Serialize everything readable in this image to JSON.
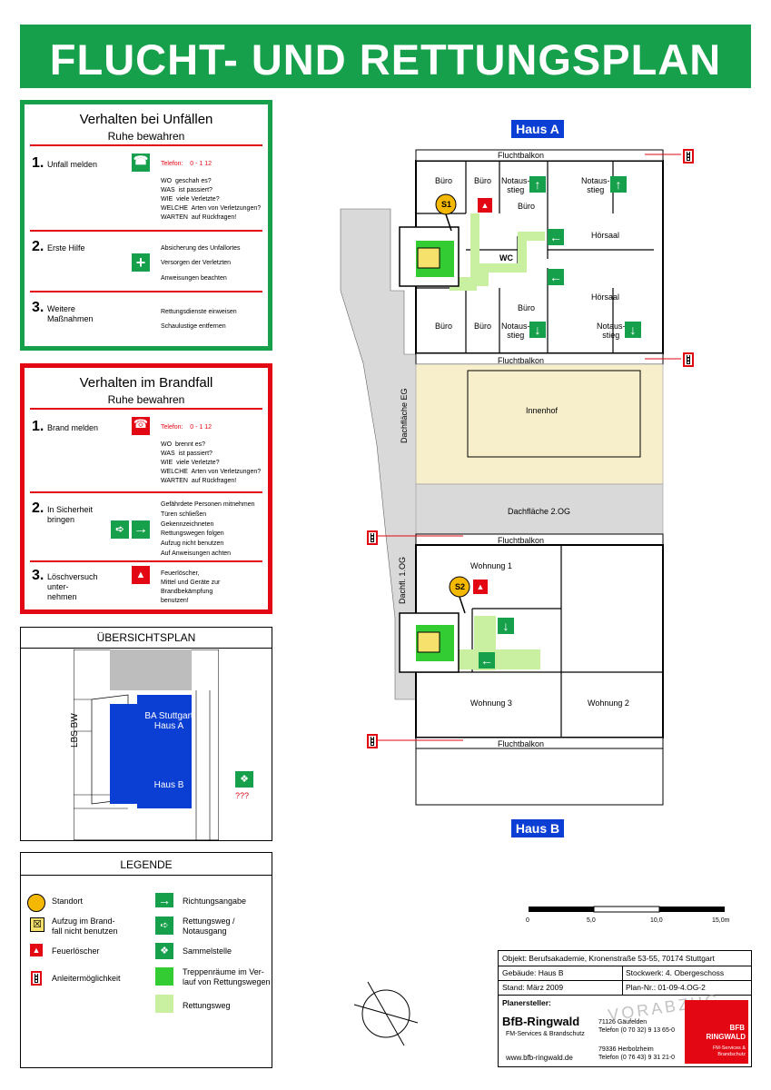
{
  "title": "FLUCHT- UND RETTUNGSPLAN",
  "colors": {
    "green": "#17a04b",
    "red": "#e30613",
    "blue": "#0b3fd4",
    "yellow": "#f5b800",
    "light_green": "#c8f0a0",
    "courtyard": "#f7efcc",
    "grey": "#d9d9d9"
  },
  "accident": {
    "title": "Verhalten bei Unfällen",
    "subtitle": "Ruhe bewahren",
    "steps": [
      {
        "num": "1.",
        "label": "Unfall melden",
        "lines": [
          "Telefon:    0 - 1 12",
          "WO  geschah es?",
          "WAS  ist passiert?",
          "WIE  viele Verletzte?",
          "WELCHE  Arten von Verletzungen?",
          "WARTEN  auf Rückfragen!"
        ]
      },
      {
        "num": "2.",
        "label": "Erste Hilfe",
        "lines": [
          "Absicherung des Unfallortes",
          "Versorgen der Verletzten",
          "Anweisungen beachten"
        ]
      },
      {
        "num": "3.",
        "label": "Weitere\nMaßnahmen",
        "lines": [
          "Rettungsdienste einweisen",
          "Schaulustige entfernen"
        ]
      }
    ]
  },
  "fire": {
    "title": "Verhalten im Brandfall",
    "subtitle": "Ruhe bewahren",
    "steps": [
      {
        "num": "1.",
        "label": "Brand melden",
        "lines": [
          "Telefon:    0 - 1 12",
          "WO  brennt es?",
          "WAS  ist passiert?",
          "WIE  viele Verletzte?",
          "WELCHE  Arten von Verletzungen?",
          "WARTEN  auf Rückfragen!"
        ]
      },
      {
        "num": "2.",
        "label": "In Sicherheit\nbringen",
        "lines": [
          "Gefährdete Personen mitnehmen",
          "Türen schließen",
          "Gekennzeichneten",
          "Rettungswegen folgen",
          "Aufzug nicht benutzen",
          "Auf Anweisungen achten"
        ]
      },
      {
        "num": "3.",
        "label": "Löschversuch\nunter-\nnehmen",
        "lines": [
          "Feuerlöscher,",
          "Mittel und Geräte zur",
          "Brandbekämpfung",
          "benutzen!"
        ]
      }
    ]
  },
  "overview": {
    "title": "ÜBERSICHTSPLAN",
    "haus_a": "BA Stuttgart\nHaus A",
    "haus_b": "Haus B",
    "lbs": "LBS BW",
    "qqq": "???"
  },
  "legend": {
    "title": "LEGENDE",
    "items": [
      "Standort",
      "Aufzug im Brand-\nfall nicht benutzen",
      "Feuerlöscher",
      "Anleitermöglichkeit",
      "Richtungsangabe",
      "Rettungsweg /\nNotausgang",
      "Sammelstelle",
      "Treppenräume im Ver-\nlauf von Rettungswegen",
      "Rettungsweg"
    ]
  },
  "plan": {
    "haus_a": "Haus A",
    "haus_b": "Haus B",
    "fluchtbalkon": "Fluchtbalkon",
    "buero": "Büro",
    "notausstieg": "Notaus-\nstieg",
    "hoersaal": "Hörsaal",
    "wc": "WC",
    "innenhof": "Innenhof",
    "dachflaeche_eg": "Dachfläche EG",
    "dachflaeche_2og": "Dachfläche 2.OG",
    "dachfl_1og": "Dachfl. 1.OG",
    "wohnung1": "Wohnung 1",
    "wohnung2": "Wohnung 2",
    "wohnung3": "Wohnung 3",
    "s1": "S1",
    "s2": "S2",
    "scale": [
      "0",
      "5,0",
      "10,0",
      "15,0m"
    ]
  },
  "titleblock": {
    "objekt": "Objekt:  Berufsakademie, Kronenstraße 53-55, 70174 Stuttgart",
    "gebaeude": "Gebäude: Haus B",
    "stockwerk": "Stockwerk: 4. Obergeschoss",
    "stand": "Stand:  März 2009",
    "plannr": "Plan-Nr.: 01-09-4.OG-2",
    "planersteller": "Planersteller:",
    "firma": "BfB-Ringwald",
    "firma_sub": "FM-Services & Brandschutz",
    "web": "www.bfb-ringwald.de",
    "addr1": "71126 Gäufelden\nTelefon (0 70 32) 9 13 65-0",
    "addr2": "79336 Herbolzheim\nTelefon (0 76 43) 9 31 21-0",
    "logo_top": "BFB",
    "logo_name": "RINGWALD",
    "logo_sub": "FM-Services &\nBrandschutz",
    "watermark": "VORABZUG"
  }
}
